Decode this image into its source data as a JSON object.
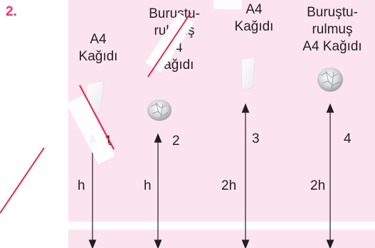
{
  "question_number": "2.",
  "objects": [
    {
      "label_lines": [
        "A4",
        "Kağıdı"
      ],
      "number": "1",
      "height": "h",
      "kind": "flat-paper"
    },
    {
      "label_lines": [
        "Buruştu-",
        "rulmuş",
        "A4",
        "Kağıdı"
      ],
      "number": "2",
      "height": "h",
      "kind": "crumpled-paper"
    },
    {
      "label_lines": [
        "A4",
        "Kağıdı"
      ],
      "number": "3",
      "height": "2h",
      "kind": "flat-paper"
    },
    {
      "label_lines": [
        "Buruştu-",
        "rulmuş",
        "A4 Kağıdı"
      ],
      "number": "4",
      "height": "2h",
      "kind": "crumpled-paper"
    }
  ],
  "colors": {
    "panel": "#fce4ee",
    "question_number": "#e8336d",
    "watermark": "#e0103a",
    "arrow": "#231f20"
  }
}
